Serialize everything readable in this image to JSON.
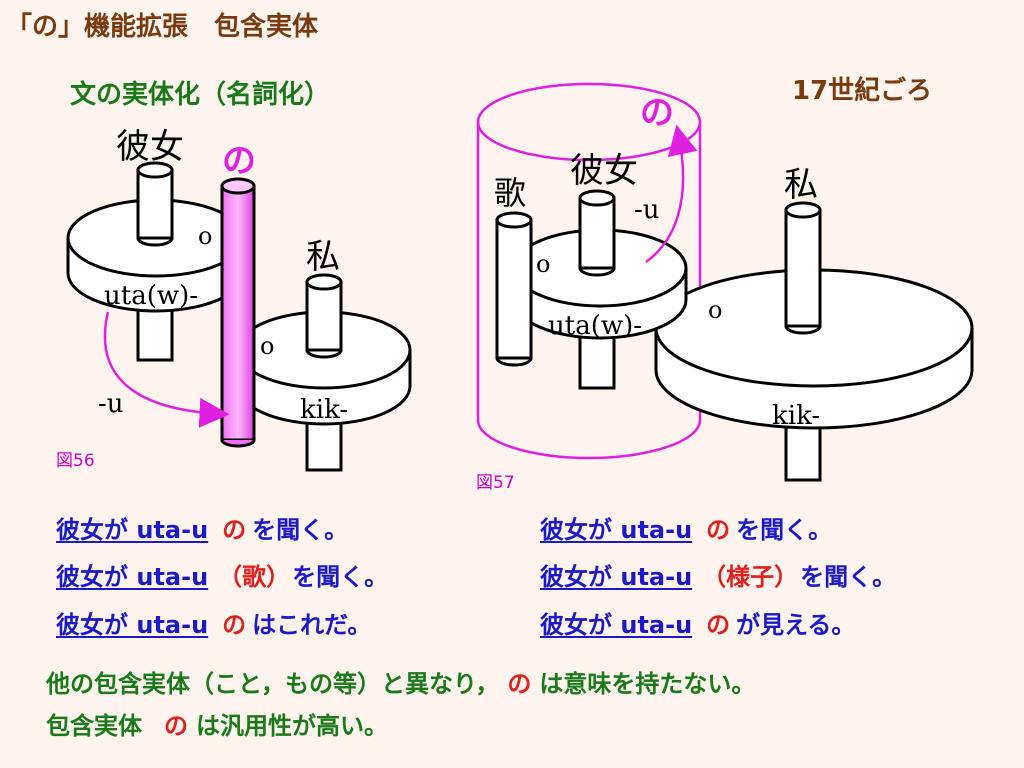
{
  "title": "「の」機能拡張　包含実体",
  "subtitle": "文の実体化（名詞化）",
  "century_label": "17世紀ごろ",
  "fig56": {
    "caption": "図56",
    "labels": {
      "kanojo": "彼女",
      "no": "の",
      "o_left": "o",
      "uta": "uta(w)-",
      "watashi": "私",
      "o_right": "o",
      "u": "-u",
      "kik": "kik-"
    }
  },
  "fig57": {
    "caption": "図57",
    "labels": {
      "no": "の",
      "kanojo": "彼女",
      "uta_kanji": "歌",
      "u": "-u",
      "watashi": "私",
      "o_inner": "o",
      "o_right": "o",
      "uta": "uta(w)-",
      "kik": "kik-"
    }
  },
  "sentences_left": [
    {
      "subject": "彼女が uta-u",
      "mid": "の",
      "rest": "を聞く。"
    },
    {
      "subject": "彼女が uta-u",
      "mid": "（歌）",
      "rest": "を聞く。"
    },
    {
      "subject": "彼女が uta-u",
      "mid": "の",
      "rest": "はこれだ。"
    }
  ],
  "sentences_right": [
    {
      "subject": "彼女が uta-u",
      "mid": "の",
      "rest": "を聞く。"
    },
    {
      "subject": "彼女が uta-u",
      "mid": "（様子）",
      "rest": "を聞く。"
    },
    {
      "subject": "彼女が uta-u",
      "mid": "の",
      "rest": "が見える。"
    }
  ],
  "bottom": {
    "line1_a": "他の包含実体（こと，もの等）と異なり，",
    "line1_no": "の",
    "line1_b": "は意味を持たない。",
    "line2_a": "包含実体",
    "line2_no": "の",
    "line2_b": "は汎用性が高い。"
  },
  "colors": {
    "background": "#FFF5EE",
    "magenta": "#E020E0",
    "blue": "#1A1ACC",
    "red": "#E0201E",
    "green": "#1A7A1A",
    "brown": "#7A3A10"
  }
}
